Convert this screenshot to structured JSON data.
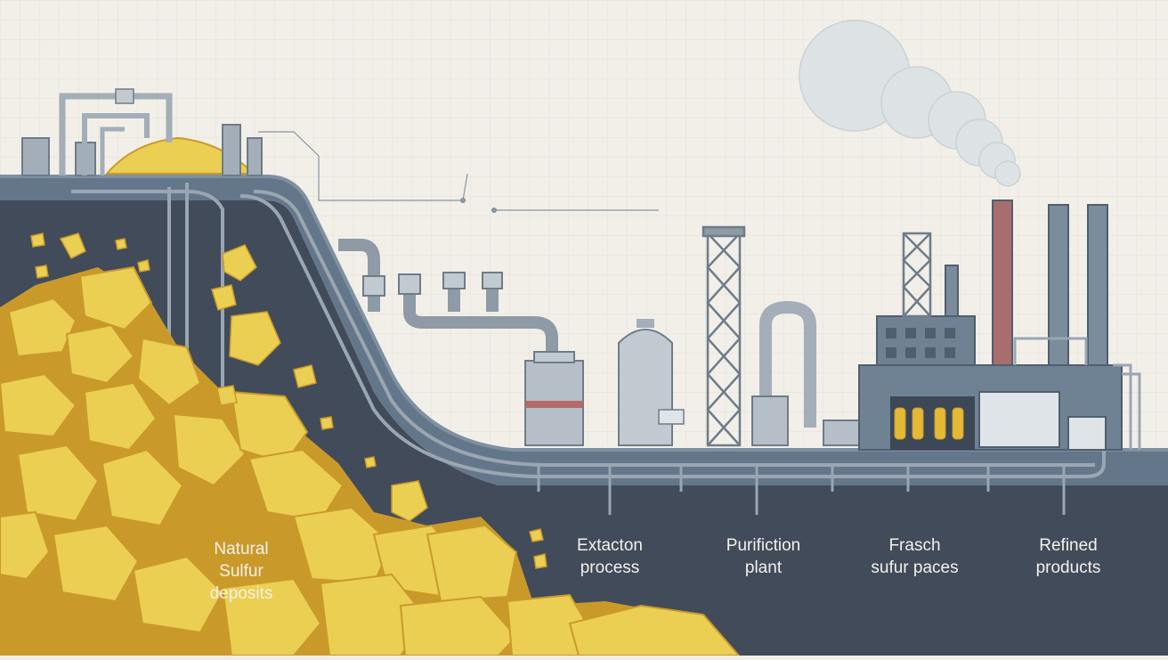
{
  "labels": {
    "natural_sulfur": {
      "line1": "Natural",
      "line2": "Sulfur",
      "line3": "deposits"
    },
    "extraction": {
      "line1": "Extacton",
      "line2": "process"
    },
    "purification": {
      "line1": "Purifiction",
      "line2": "plant"
    },
    "frasch": {
      "line1": "Frasch",
      "line2": "sufur paces"
    },
    "refined": {
      "line1": "Refined",
      "line2": "products"
    }
  },
  "colors": {
    "sky": "#f2efe9",
    "ground_band": "#64778a",
    "underground": "#414b5a",
    "sulfur_light": "#ebcf52",
    "sulfur_dark": "#c99a2a",
    "pipe": "#9aa6b2",
    "chimney_red": "#a86e6e",
    "smoke": "#dde3e4",
    "label_text": "#f4f1ea"
  }
}
